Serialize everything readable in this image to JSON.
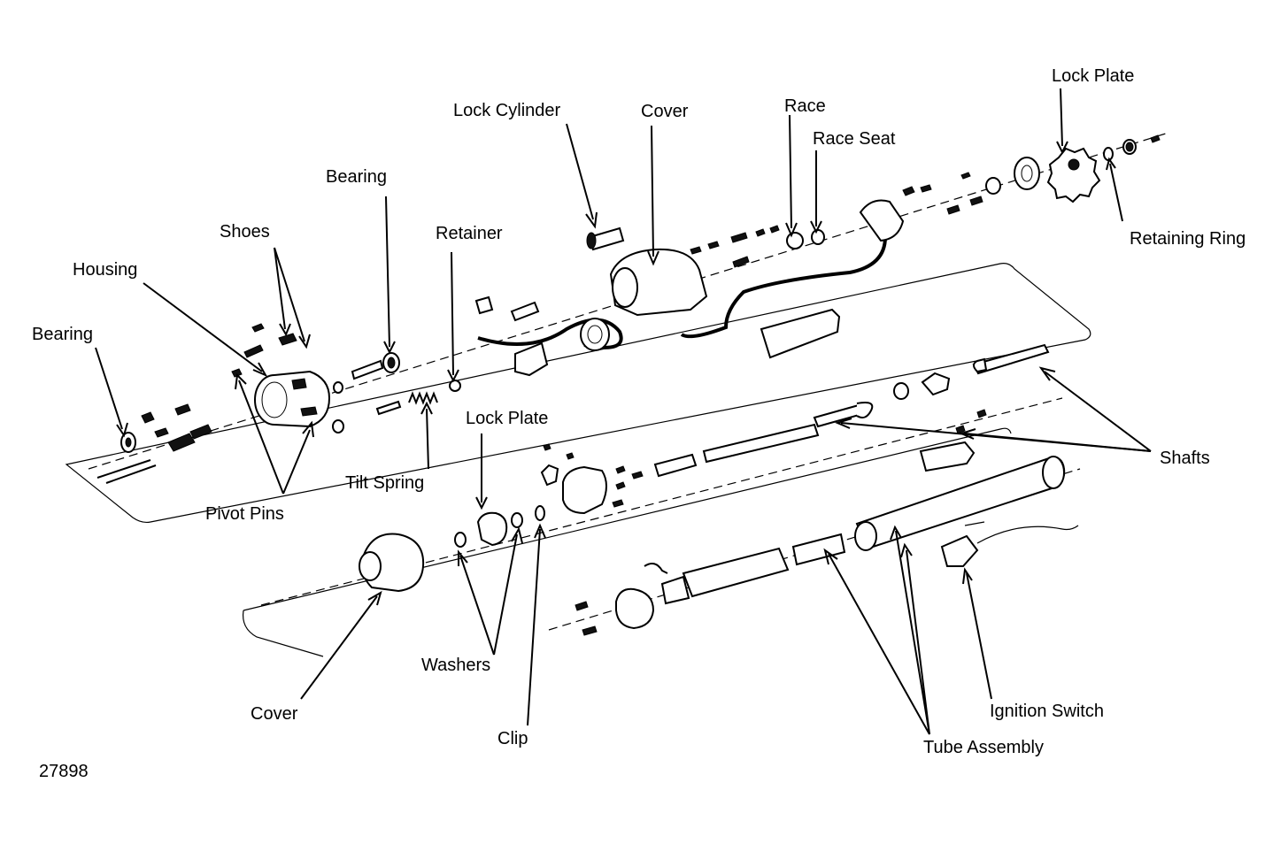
{
  "figure_id": "27898",
  "labels": {
    "lock_plate_top": "Lock Plate",
    "lock_cylinder": "Lock Cylinder",
    "cover_top": "Cover",
    "race": "Race",
    "race_seat": "Race Seat",
    "retaining_ring": "Retaining Ring",
    "bearing_upper": "Bearing",
    "retainer": "Retainer",
    "shoes": "Shoes",
    "housing": "Housing",
    "bearing_left": "Bearing",
    "tilt_spring": "Tilt Spring",
    "lock_plate_mid": "Lock Plate",
    "pivot_pins": "Pivot Pins",
    "shafts": "Shafts",
    "washers": "Washers",
    "cover_bottom": "Cover",
    "clip": "Clip",
    "ignition_switch": "Ignition Switch",
    "tube_assembly": "Tube Assembly"
  }
}
